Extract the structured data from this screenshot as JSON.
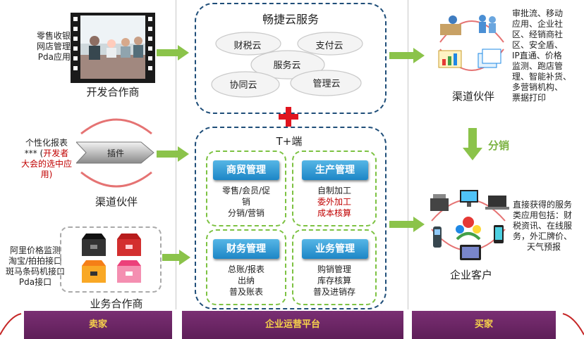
{
  "left": {
    "developer": {
      "lines": [
        "零售收银",
        "网店管理",
        "Pda应用"
      ],
      "title": "开发合作商"
    },
    "channel": {
      "line1": "个性化报表",
      "line2a": "*** (",
      "line2b": "开发者",
      "line3": "大会的选中应",
      "line4": "用)",
      "plugin_label": "插件",
      "title": "渠道伙伴"
    },
    "business": {
      "lines": [
        "阿里价格监测",
        "淘宝/拍拍接口",
        "斑马条码机接口",
        "Pda接口"
      ],
      "title": "业务合作商"
    }
  },
  "middle": {
    "cloud_title": "畅捷云服务",
    "clouds": [
      "财税云",
      "支付云",
      "服务云",
      "协同云",
      "管理云"
    ],
    "plus_label": "T+端",
    "modules": [
      {
        "title": "商贸管理",
        "lines": [
          "零售/会员/促",
          "销",
          "分销/营销"
        ]
      },
      {
        "title": "生产管理",
        "lines": [
          "自制加工",
          "委外加工",
          "成本核算"
        ]
      },
      {
        "title": "财务管理",
        "lines": [
          "总账/报表",
          "出纳",
          "普及账表"
        ]
      },
      {
        "title": "业务管理",
        "lines": [
          "购销管理",
          "库存核算",
          "普及进销存"
        ]
      }
    ]
  },
  "right": {
    "partner_lines": [
      "审批流、移动",
      "应用、企业社",
      "区、经销商社",
      "区、安全盾、",
      "IP直通、价格",
      "监测、跑店管",
      "理、智能补货、",
      "多营销机构、",
      "票据打印"
    ],
    "partner_title": "渠道伙伴",
    "distribution_label": "分销",
    "customer_lines": [
      "直接获得的服务",
      "类应用包括：财",
      "税资讯、在线服",
      "务，外汇牌价、",
      "天气预报"
    ],
    "customer_title": "企业客户"
  },
  "footer": {
    "left": "卖家",
    "middle": "企业运营平台",
    "right": "买家"
  },
  "colors": {
    "arrow_green": "#8bc34a",
    "module_blue": "#1d86c6",
    "footer_purple": "#6b2566",
    "footer_text": "#f7d34a",
    "highlight_red": "#c00000",
    "plus_red": "#e0141e"
  }
}
